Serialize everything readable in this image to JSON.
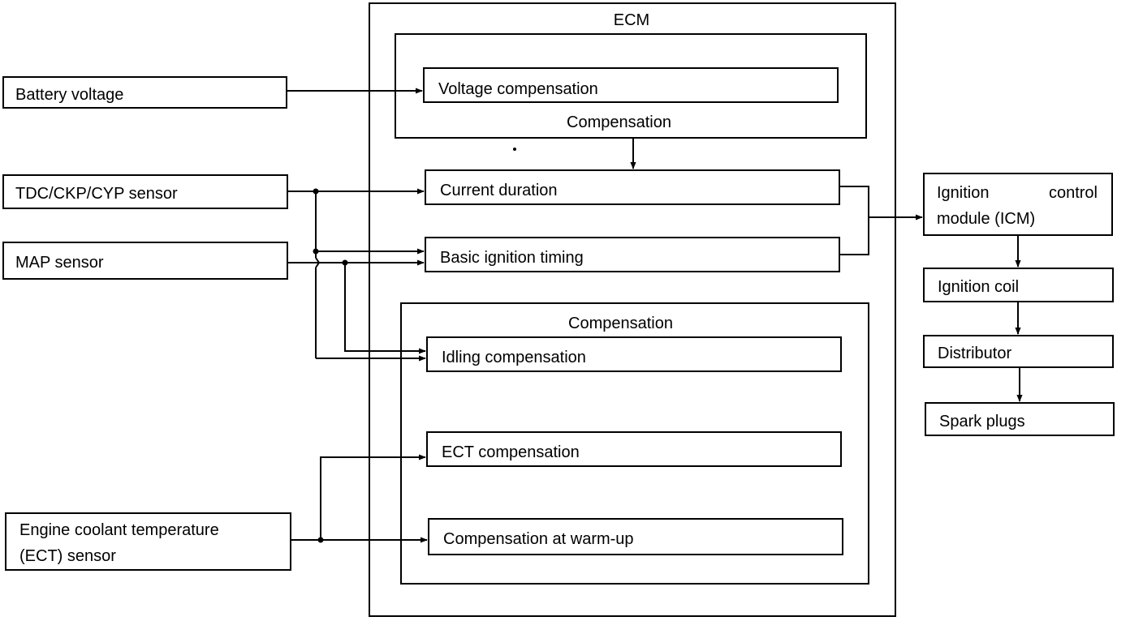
{
  "ecm": {
    "title": "ECM",
    "voltage_group_label": "Compensation",
    "lower_group_label": "Compensation",
    "voltage_compensation": "Voltage compensation",
    "current_duration": "Current duration",
    "basic_ignition_timing": "Basic ignition timing",
    "idling_compensation": "Idling compensation",
    "ect_compensation": "ECT compensation",
    "warmup_compensation": "Compensation at warm-up"
  },
  "inputs": {
    "battery_voltage": "Battery voltage",
    "tdc_sensor": "TDC/CKP/CYP sensor",
    "map_sensor": "MAP sensor",
    "ect_sensor_line1": "Engine coolant temperature",
    "ect_sensor_line2": "(ECT) sensor"
  },
  "outputs": {
    "icm_line1": "Ignition",
    "icm_line1b": "control",
    "icm_line2": "module (ICM)",
    "ignition_coil": "Ignition coil",
    "distributor": "Distributor",
    "spark_plugs": "Spark plugs"
  },
  "colors": {
    "line": "#000000",
    "background": "#ffffff"
  }
}
